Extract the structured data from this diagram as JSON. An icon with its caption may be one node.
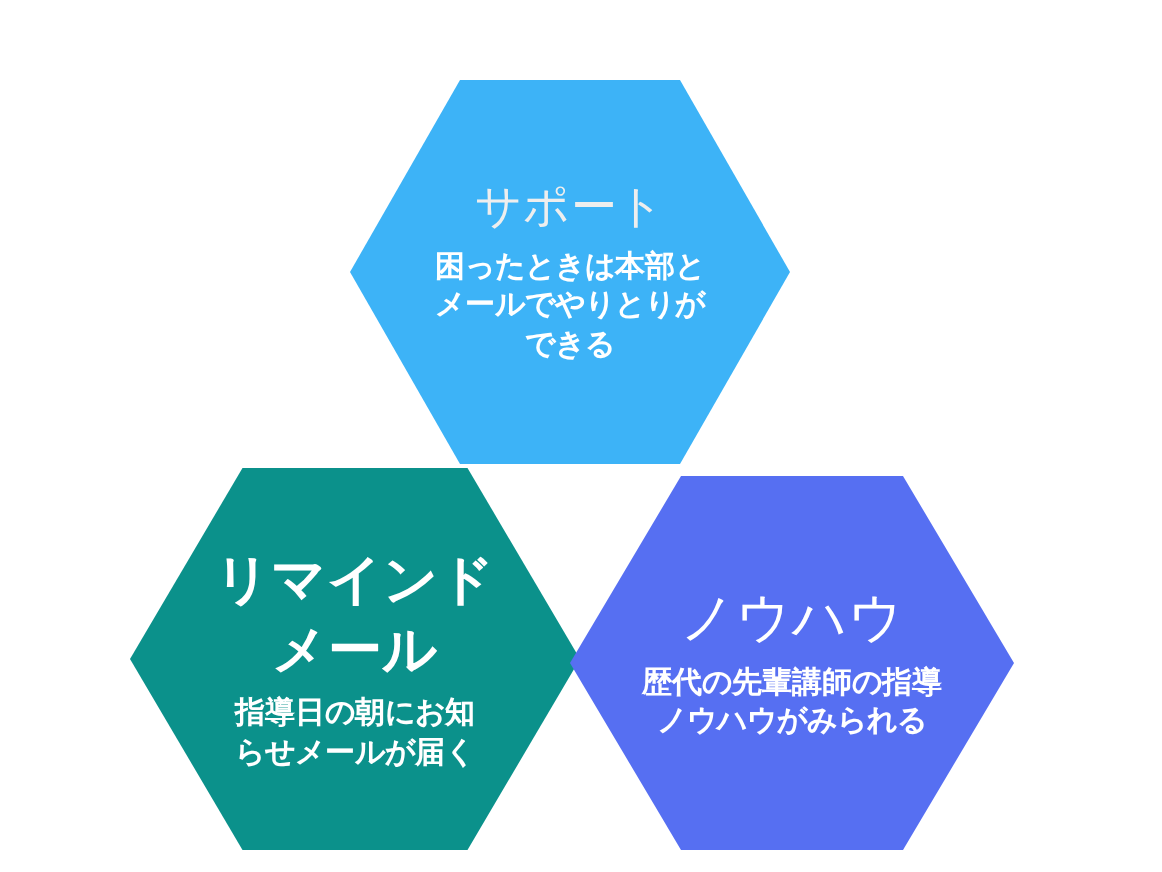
{
  "diagram": {
    "nodes": [
      {
        "text": [
          "サポート",
          "困ったときは本部とメールでやりとりができる"
        ]
      },
      {
        "text": [
          "リマインドメール",
          "指導日の朝にお知らせメールが届く"
        ]
      },
      {
        "text": [
          "ノウハウ",
          "歴代の先輩講師の指導ノウハウがみられる"
        ]
      }
    ]
  }
}
